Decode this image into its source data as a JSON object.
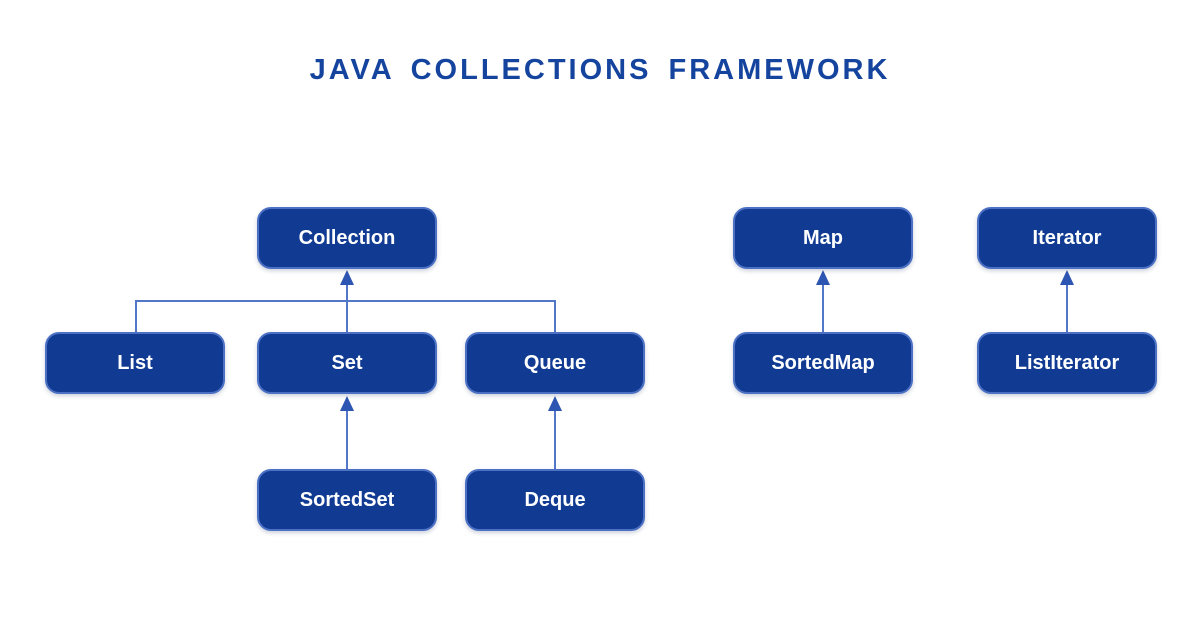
{
  "title": {
    "text": "JAVA COLLECTIONS FRAMEWORK"
  },
  "palette": {
    "background": "#ffffff",
    "title_color": "#14449e",
    "node_fill": "#113b92",
    "node_border": "#4c70c3",
    "node_text": "#ffffff",
    "connector_line": "#5377c8",
    "arrowhead": "#2d55b2"
  },
  "diagram_type": "hierarchy",
  "nodes": [
    {
      "id": "collection",
      "label": "Collection"
    },
    {
      "id": "list",
      "label": "List"
    },
    {
      "id": "set",
      "label": "Set"
    },
    {
      "id": "queue",
      "label": "Queue"
    },
    {
      "id": "sortedset",
      "label": "SortedSet"
    },
    {
      "id": "deque",
      "label": "Deque"
    },
    {
      "id": "map",
      "label": "Map"
    },
    {
      "id": "sortedmap",
      "label": "SortedMap"
    },
    {
      "id": "iterator",
      "label": "Iterator"
    },
    {
      "id": "listiterator",
      "label": "ListIterator"
    }
  ],
  "edges": [
    {
      "from": "list",
      "to": "collection",
      "style": "elbow"
    },
    {
      "from": "set",
      "to": "collection",
      "style": "arrow-up"
    },
    {
      "from": "queue",
      "to": "collection",
      "style": "elbow"
    },
    {
      "from": "sortedset",
      "to": "set",
      "style": "arrow-up"
    },
    {
      "from": "deque",
      "to": "queue",
      "style": "arrow-up"
    },
    {
      "from": "sortedmap",
      "to": "map",
      "style": "arrow-up"
    },
    {
      "from": "listiterator",
      "to": "iterator",
      "style": "arrow-up"
    }
  ]
}
